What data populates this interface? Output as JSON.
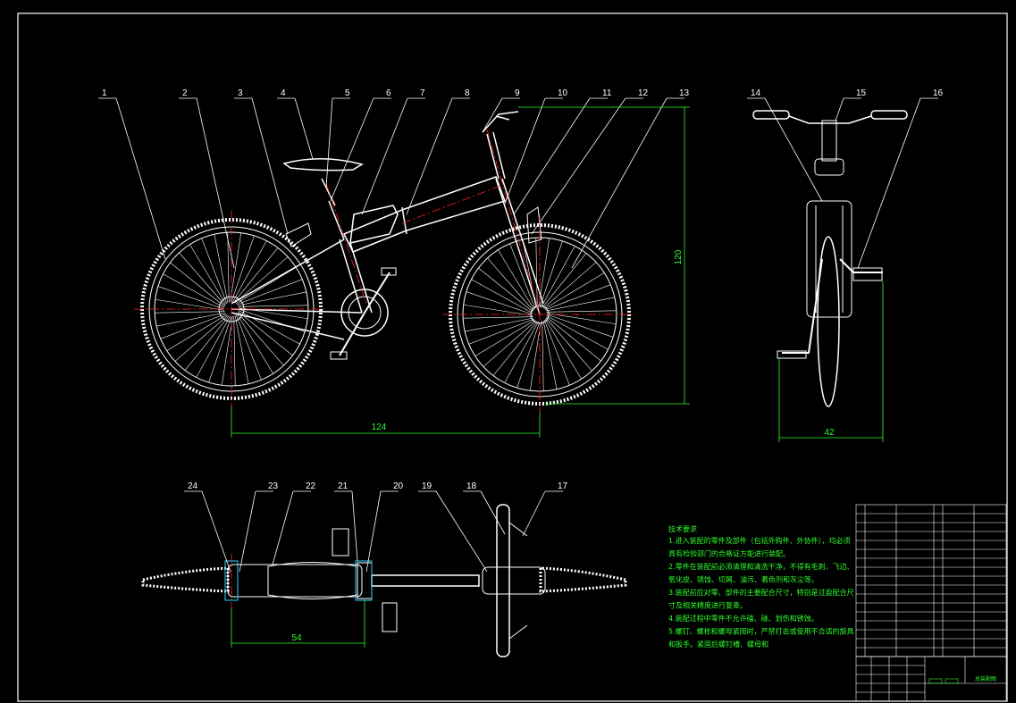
{
  "balloons_main": [
    "1",
    "2",
    "3",
    "4",
    "5",
    "6",
    "7",
    "8",
    "9",
    "10",
    "11",
    "12",
    "13"
  ],
  "balloons_front": [
    "14",
    "15",
    "16"
  ],
  "balloons_top": [
    "24",
    "23",
    "22",
    "21",
    "20",
    "19",
    "18",
    "17"
  ],
  "dimensions": {
    "wheelbase": "124",
    "height": "120",
    "front_width": "42",
    "top_length": "54"
  },
  "notes": {
    "title": "技术要求",
    "lines": [
      "1.进入装配的零件及部件（包括外购件、外协件），均必须",
      "具有检验部门的合格证方能进行装配。",
      "2.零件在装配前必须清理和清洗干净，不得有毛刺、飞边、",
      "氧化皮、锈蚀、切屑、油污、着色剂和灰尘等。",
      "3.装配前应对零、部件的主要配合尺寸，特别是过盈配合尺",
      "寸及相关精度进行复查。",
      "4.装配过程中零件不允许磕、碰、划伤和锈蚀。",
      "5.螺钉、螺栓和螺母紧固时，严禁打击或使用不合适的旋具",
      "和扳手。紧固后螺钉槽、螺母和"
    ]
  },
  "title_block": {
    "drawing_name": "总装配图"
  },
  "colors": {
    "line": "#ffffff",
    "center": "#ff2020",
    "dimension": "#2cff2c",
    "background": "#000000"
  }
}
